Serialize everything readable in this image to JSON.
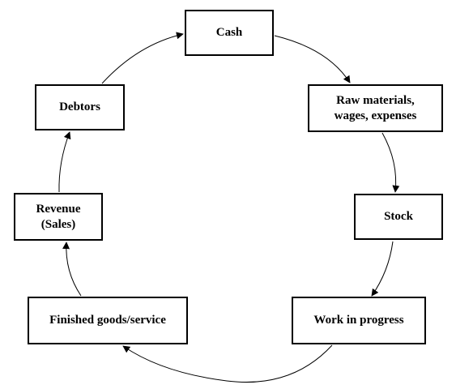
{
  "nodes": {
    "cash": "Cash",
    "raw_materials": "Raw materials,\nwages, expenses",
    "stock": "Stock",
    "work_in_progress": "Work in progress",
    "finished_goods": "Finished goods/service",
    "revenue": "Revenue\n(Sales)",
    "debtors": "Debtors"
  },
  "colors": {
    "stroke": "#000000",
    "box_fill": "#ffffff"
  }
}
